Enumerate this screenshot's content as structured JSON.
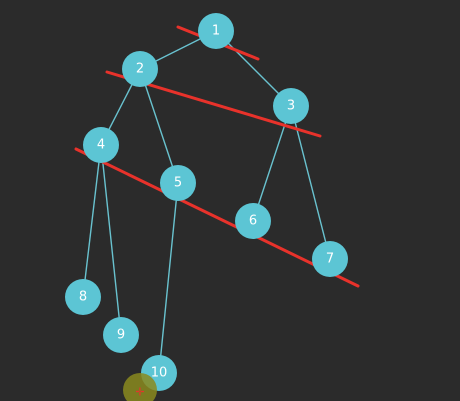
{
  "tree": {
    "nodes": [
      {
        "id": "1",
        "label": "1"
      },
      {
        "id": "2",
        "label": "2"
      },
      {
        "id": "3",
        "label": "3"
      },
      {
        "id": "4",
        "label": "4"
      },
      {
        "id": "5",
        "label": "5"
      },
      {
        "id": "6",
        "label": "6"
      },
      {
        "id": "7",
        "label": "7"
      },
      {
        "id": "8",
        "label": "8"
      },
      {
        "id": "9",
        "label": "9"
      },
      {
        "id": "10",
        "label": "10"
      }
    ],
    "edges": [
      [
        "1",
        "2"
      ],
      [
        "1",
        "3"
      ],
      [
        "2",
        "4"
      ],
      [
        "2",
        "5"
      ],
      [
        "3",
        "6"
      ],
      [
        "3",
        "7"
      ],
      [
        "4",
        "8"
      ],
      [
        "4",
        "9"
      ],
      [
        "5",
        "10"
      ]
    ]
  },
  "colors": {
    "background": "#2b2b2b",
    "node": "#5cc5d4",
    "edge": "#69c2cf",
    "cut_line": "#e8322b",
    "label": "#ffffff"
  }
}
